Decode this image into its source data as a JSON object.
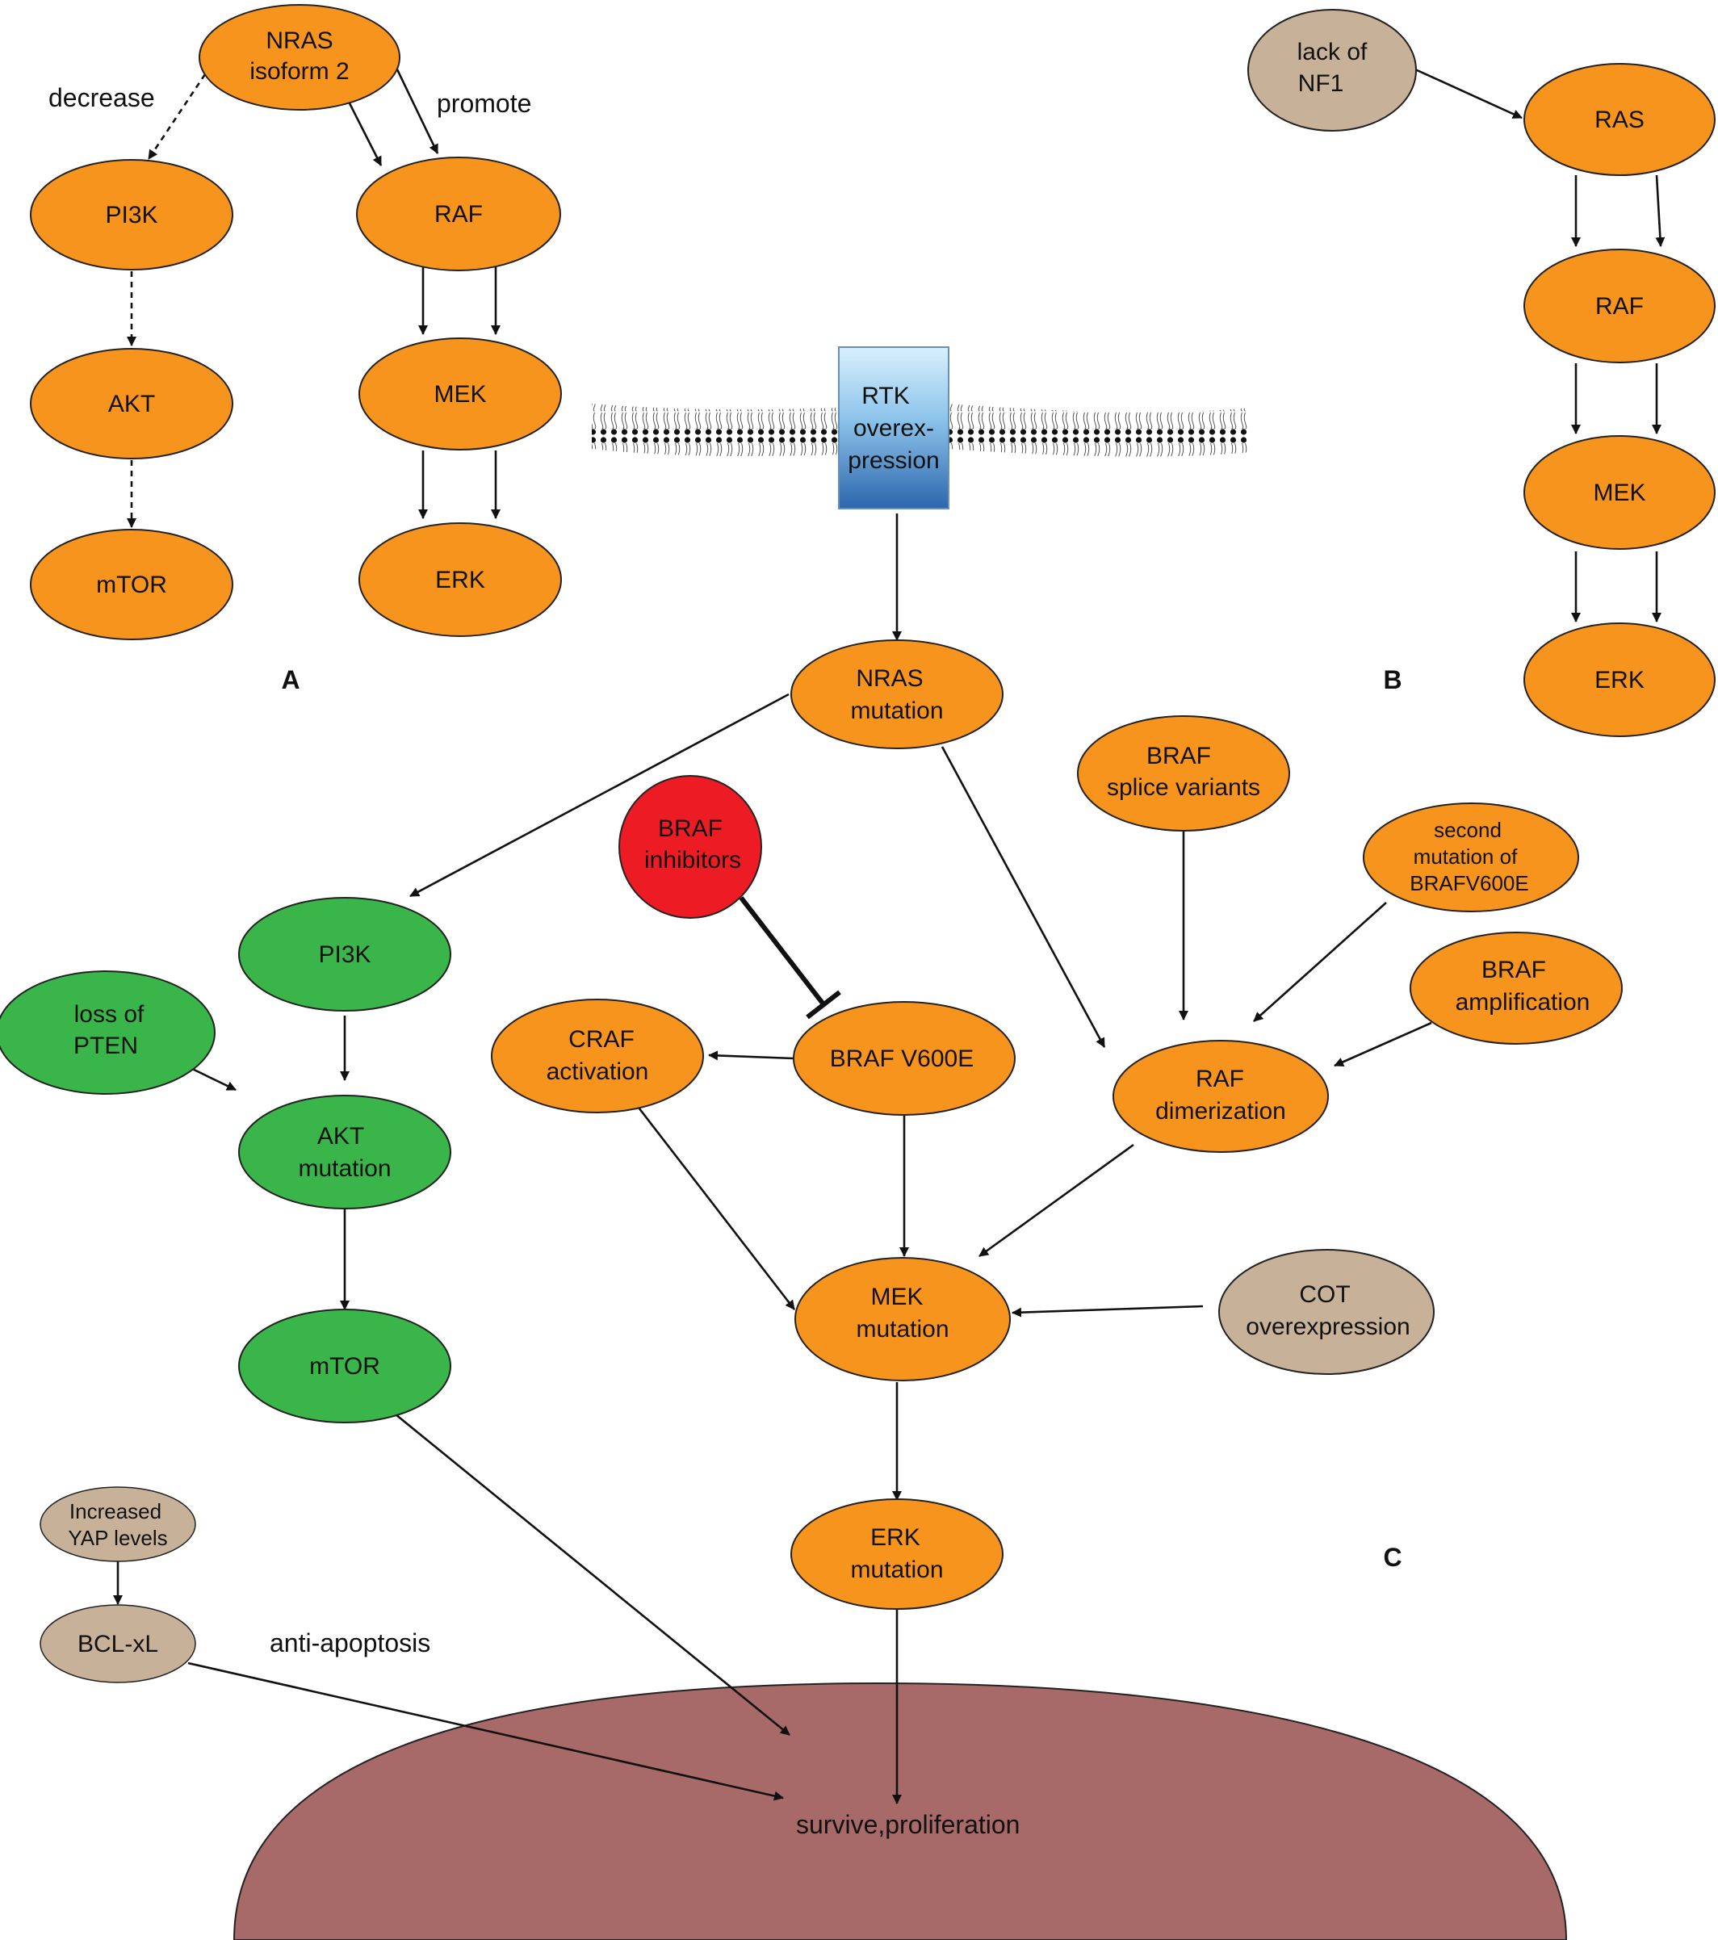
{
  "colors": {
    "orange": "#f7941d",
    "green": "#39b54a",
    "tan": "#c7b299",
    "red": "#ed1c24",
    "cell": "#a86a69",
    "rtk_top": "#d6eefb",
    "rtk_bottom": "#2e6db4"
  },
  "panel_a": {
    "label": "A",
    "nras": [
      "NRAS",
      "isoform 2"
    ],
    "pi3k": "PI3K",
    "akt": "AKT",
    "mtor": "mTOR",
    "raf": "RAF",
    "mek": "MEK",
    "erk": "ERK",
    "edge_decrease": "decrease",
    "edge_promote": "promote"
  },
  "panel_b": {
    "label": "B",
    "nf1": [
      "lack of",
      "NF1"
    ],
    "ras": "RAS",
    "raf": "RAF",
    "mek": "MEK",
    "erk": "ERK"
  },
  "panel_c": {
    "label": "C",
    "rtk": [
      "RTK",
      "overex-",
      "pression"
    ],
    "nras": [
      "NRAS",
      "mutation"
    ],
    "pi3k": "PI3K",
    "pten": [
      "loss of",
      "PTEN"
    ],
    "akt": [
      "AKT",
      "mutation"
    ],
    "mtor": "mTOR",
    "braf_inhibitors": [
      "BRAF",
      "inhibitors"
    ],
    "braf_v600e": "BRAF V600E",
    "craf": [
      "CRAF",
      "activation"
    ],
    "braf_splice": [
      "BRAF",
      "splice variants"
    ],
    "second_mutation": [
      "second",
      "mutation of",
      "BRAFV600E"
    ],
    "braf_amp": [
      "BRAF",
      "amplification"
    ],
    "raf_dimer": [
      "RAF",
      "dimerization"
    ],
    "mek": [
      "MEK",
      "mutation"
    ],
    "cot": [
      "COT",
      "overexpression"
    ],
    "erk": [
      "ERK",
      "mutation"
    ],
    "yap": [
      "Increased",
      "YAP levels"
    ],
    "bclxl": "BCL-xL",
    "anti_apoptosis": "anti-apoptosis",
    "outcome": "survive,proliferation"
  }
}
